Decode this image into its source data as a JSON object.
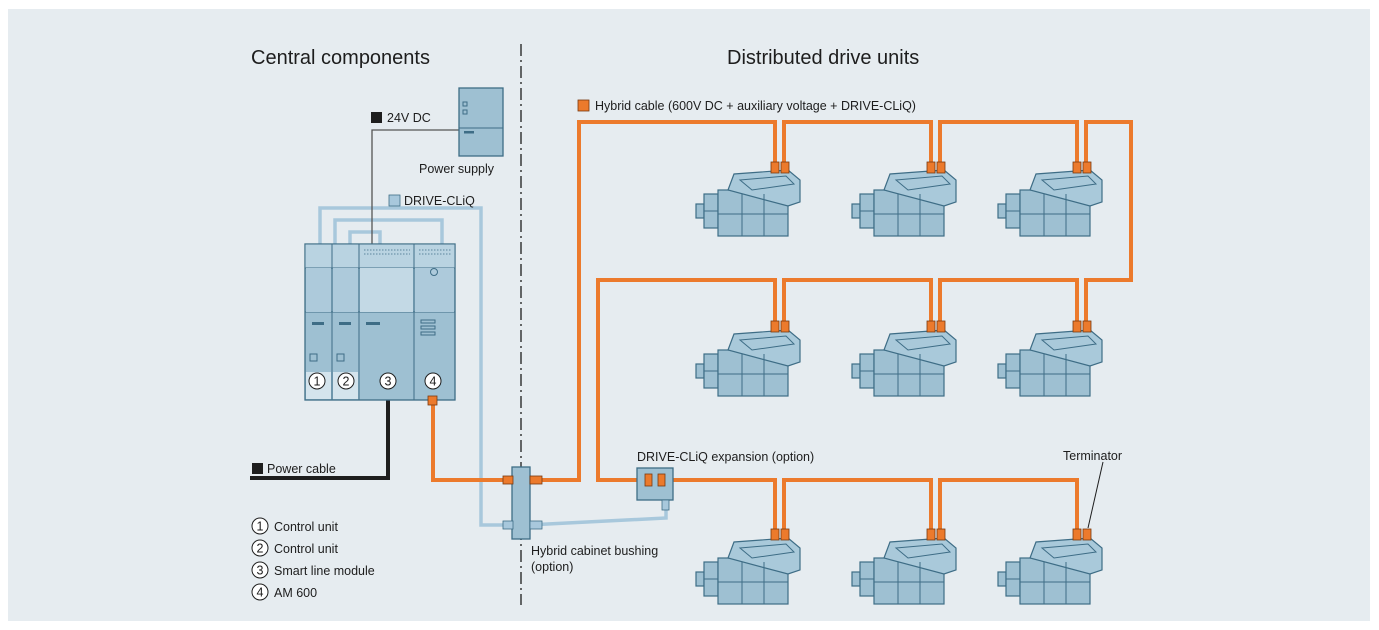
{
  "headings": {
    "central": "Central components",
    "distributed": "Distributed drive units"
  },
  "labels": {
    "dc24": "24V DC",
    "power_supply": "Power supply",
    "drive_cliq": "DRIVE-CLiQ",
    "power_cable": "Power cable",
    "hybrid_cable": "Hybrid cable (600V DC + auxiliary voltage + DRIVE-CLiQ)",
    "expansion": "DRIVE-CLiQ expansion (option)",
    "bushing_line1": "Hybrid cabinet bushing",
    "bushing_line2": "(option)",
    "terminator": "Terminator"
  },
  "modules": [
    {
      "num": "1",
      "name": "Control unit"
    },
    {
      "num": "2",
      "name": "Control unit"
    },
    {
      "num": "3",
      "name": "Smart line module"
    },
    {
      "num": "4",
      "name": "AM 600"
    }
  ],
  "colors": {
    "background": "#e6ecf0",
    "hybrid_cable": "#ec7a2c",
    "drive_cliq": "#a8c8dc",
    "power": "#1e1e1e",
    "device": "#9ec0d2",
    "device_outline": "#3e6d86"
  }
}
